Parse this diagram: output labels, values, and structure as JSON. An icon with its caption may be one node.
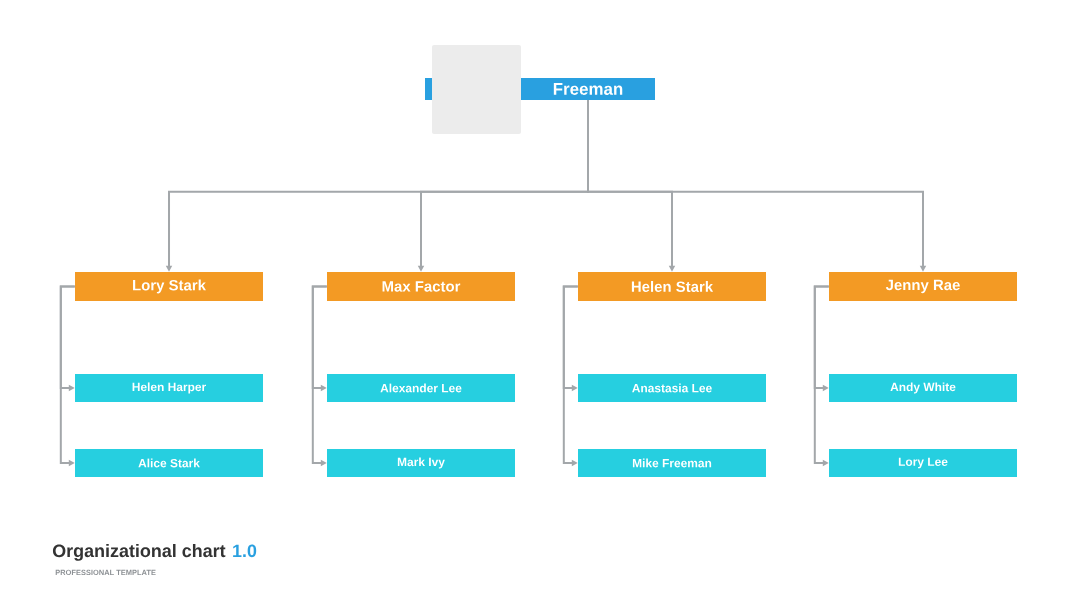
{
  "diagram": {
    "title": "Organizational chart",
    "caption": "PROFESSIONAL TEMPLATE",
    "nodes": [
      {
        "text": [
          "Freeman"
        ]
      },
      {
        "text": [
          "Lory Stark"
        ]
      },
      {
        "text": [
          "Helen Harper"
        ]
      },
      {
        "text": [
          "Alice Stark"
        ]
      },
      {
        "text": [
          "Max Factor"
        ]
      },
      {
        "text": [
          "Alexander Lee"
        ]
      },
      {
        "text": [
          "Mark Ivy"
        ]
      },
      {
        "text": [
          "Helen Stark"
        ]
      },
      {
        "text": [
          "Anastasia Lee"
        ]
      },
      {
        "text": [
          "Mike Freeman"
        ]
      },
      {
        "text": [
          "Jenny Rae"
        ]
      },
      {
        "text": [
          "Andy White"
        ]
      },
      {
        "text": [
          "Lory Lee"
        ]
      }
    ],
    "edges": [
      {
        "from": 0,
        "to": 1,
        "arrow": "to"
      },
      {
        "from": 0,
        "to": 4,
        "arrow": "to"
      },
      {
        "from": 0,
        "to": 7,
        "arrow": "to"
      },
      {
        "from": 0,
        "to": 10,
        "arrow": "to"
      },
      {
        "from": 1,
        "to": 2,
        "arrow": "to"
      },
      {
        "from": 1,
        "to": 3,
        "arrow": "to"
      },
      {
        "from": 4,
        "to": 5,
        "arrow": "to"
      },
      {
        "from": 4,
        "to": 6,
        "arrow": "to"
      },
      {
        "from": 7,
        "to": 8,
        "arrow": "to"
      },
      {
        "from": 7,
        "to": 9,
        "arrow": "to"
      },
      {
        "from": 10,
        "to": 11,
        "arrow": "to"
      },
      {
        "from": 10,
        "to": 12,
        "arrow": "to"
      }
    ],
    "labels": [
      "1.0"
    ]
  }
}
